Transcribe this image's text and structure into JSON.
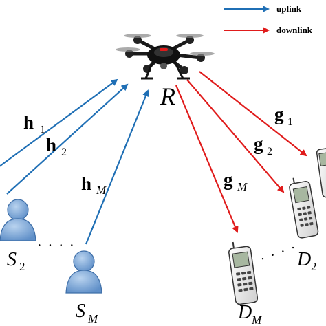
{
  "legend": {
    "uplink_label": "uplink",
    "downlink_label": "downlink",
    "uplink_color": "#1f6fb5",
    "downlink_color": "#e01b1b"
  },
  "relay": {
    "label": "R"
  },
  "channels": {
    "h1": {
      "base": "h",
      "sub": "1"
    },
    "h2": {
      "base": "h",
      "sub": "2"
    },
    "hM": {
      "base": "h",
      "sub": "M"
    },
    "g1": {
      "base": "g",
      "sub": "1"
    },
    "g2": {
      "base": "g",
      "sub": "2"
    },
    "gM": {
      "base": "g",
      "sub": "M"
    }
  },
  "sources": {
    "s2": {
      "base": "S",
      "sub": "2"
    },
    "sM": {
      "base": "S",
      "sub": "M"
    }
  },
  "destinations": {
    "d2": {
      "base": "D",
      "sub": "2"
    },
    "dM": {
      "base": "D",
      "sub": "M"
    }
  },
  "ellipsis": "· · · ·"
}
